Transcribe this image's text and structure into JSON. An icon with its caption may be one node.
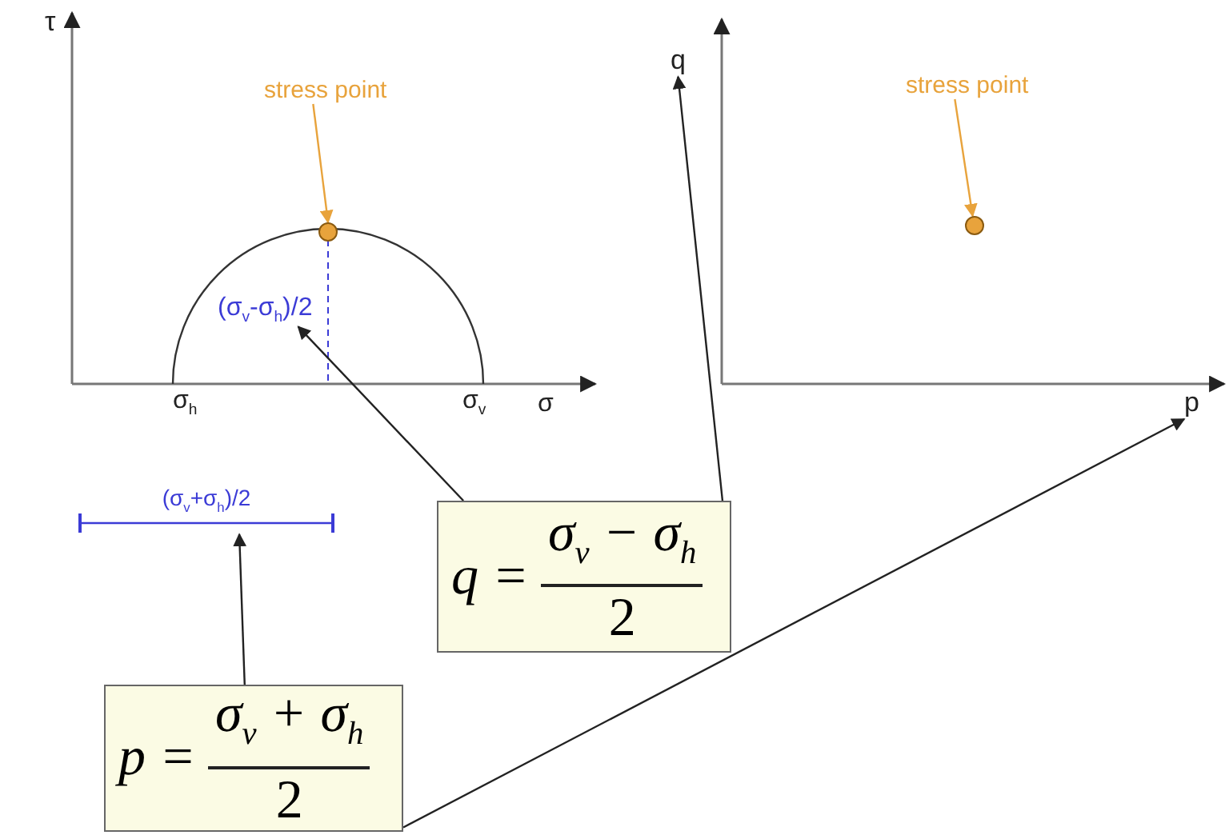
{
  "diagram": {
    "nodes": [
      {
        "text": [
          "stress point"
        ]
      },
      {
        "text": [],
        "shape": "circle"
      },
      {
        "text": [
          "q"
        ]
      },
      {
        "text": [
          "stress point"
        ]
      },
      {
        "text": [],
        "shape": "circle"
      },
      {
        "text": [
          "(σ$_{v}$-σ$_{h}$)/2"
        ]
      },
      {
        "text": [
          "p"
        ]
      },
      {
        "text": [
          "(σ$_{v}$+σ$_{h}$)/2"
        ]
      },
      {
        "text": [
          "q =",
          "σ$_{v}$ − σ$_{h}$",
          "2"
        ]
      },
      {
        "text": [
          "p =",
          "σ$_{v}$ + σ$_{h}$",
          "2"
        ]
      }
    ],
    "edges": [
      {
        "from": 0,
        "to": 1,
        "arrow": "to",
        "color": "#e8a33c"
      },
      {
        "from": 3,
        "to": 4,
        "arrow": "to",
        "color": "#e8a33c"
      },
      {
        "from": 8,
        "to": 5,
        "arrow": "to"
      },
      {
        "from": 8,
        "to": 2,
        "arrow": "to"
      },
      {
        "from": 9,
        "to": 7,
        "arrow": "to"
      },
      {
        "from": 9,
        "to": 6,
        "arrow": "to"
      }
    ],
    "labels": [
      "τ",
      "σ$_{h}$",
      "σ$_{v}$",
      "σ"
    ]
  }
}
